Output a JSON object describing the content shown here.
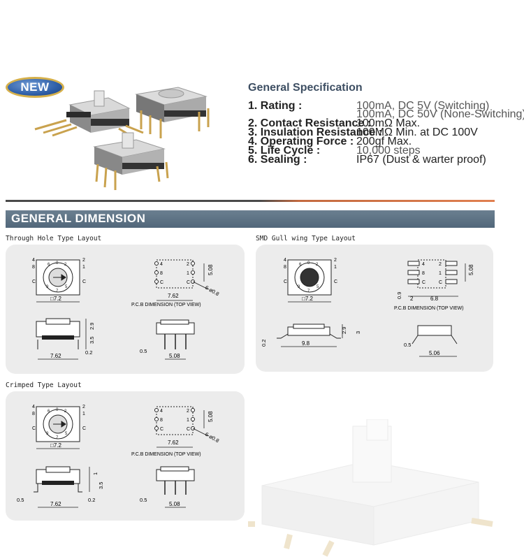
{
  "badge": {
    "label": "NEW"
  },
  "spec": {
    "title": "General Specification",
    "rows": [
      {
        "label": "1. Rating :",
        "values": [
          "100mA, DC 5V (Switching)",
          "100mA, DC 50V (None-Switching)"
        ]
      },
      {
        "label": "2. Contact Resistance :",
        "values": [
          "100mΩ Max."
        ]
      },
      {
        "label": "3. Insulation Resistance :",
        "values": [
          "100MΩ Min. at DC 100V"
        ]
      },
      {
        "label": "4. Operating Force :",
        "values": [
          "200gf Max."
        ]
      },
      {
        "label": "5. Life Cycle :",
        "values": [
          "10,000 steps"
        ]
      },
      {
        "label": "6. Sealing :",
        "values": [
          "IP67 (Dust & warter proof)"
        ]
      }
    ]
  },
  "dimension": {
    "title": "GENERAL DIMENSION",
    "through_hole": {
      "label": "Through Hole Type Layout",
      "dial_numbers": [
        "4",
        "3",
        "2",
        "1",
        "8",
        "C",
        "C"
      ],
      "dim_width": "□7.2",
      "pcb_rows": [
        "4",
        "8",
        "C",
        "2",
        "1",
        "C"
      ],
      "pcb_pitch": "7.62",
      "pcb_height": "5.08",
      "hole_note": "6-ø0.8",
      "pcb_caption": "P.C.B DIMENSION (TOP VIEW)",
      "side_h1": "2.9",
      "side_h2": "3.5",
      "side_offset": "0.2",
      "side_width": "7.62",
      "pin_offset": "0.5",
      "pin_pitch": "5.08"
    },
    "smd": {
      "label": "SMD Gull  wing Type Layout",
      "dial_numbers": [
        "4",
        "3",
        "2",
        "1",
        "8",
        "C",
        "C"
      ],
      "dim_width": "□7.2",
      "pad_rows": [
        "4",
        "8",
        "C",
        "2",
        "1",
        "C"
      ],
      "pad_height": "5.08",
      "pad_gap": "0.9",
      "pad_w": "2",
      "pad_span": "6.8",
      "pcb_caption": "P.C.B DIMENSION (TOP VIEW)",
      "side_h1": "2.9",
      "side_h2": "3",
      "side_offset": "0.2",
      "side_width": "9.8",
      "pin_offset": "0.5",
      "pin_pitch": "5.06"
    },
    "crimped": {
      "label": "Crimped Type Layout",
      "dial_numbers": [
        "4",
        "3",
        "2",
        "1",
        "8",
        "C",
        "C"
      ],
      "dim_width": "□7.2",
      "pcb_rows": [
        "4",
        "8",
        "C",
        "2",
        "1",
        "C"
      ],
      "pcb_pitch": "7.62",
      "pcb_height": "5.08",
      "hole_note": "6-ø0.8",
      "pcb_caption": "P.C.B DIMENSION (TOP VIEW)",
      "side_h1": "1",
      "side_h2": "3.5",
      "side_offset_left": "0.5",
      "side_offset": "0.2",
      "side_width": "7.62",
      "pin_offset": "0.5",
      "pin_pitch": "5.08"
    }
  }
}
